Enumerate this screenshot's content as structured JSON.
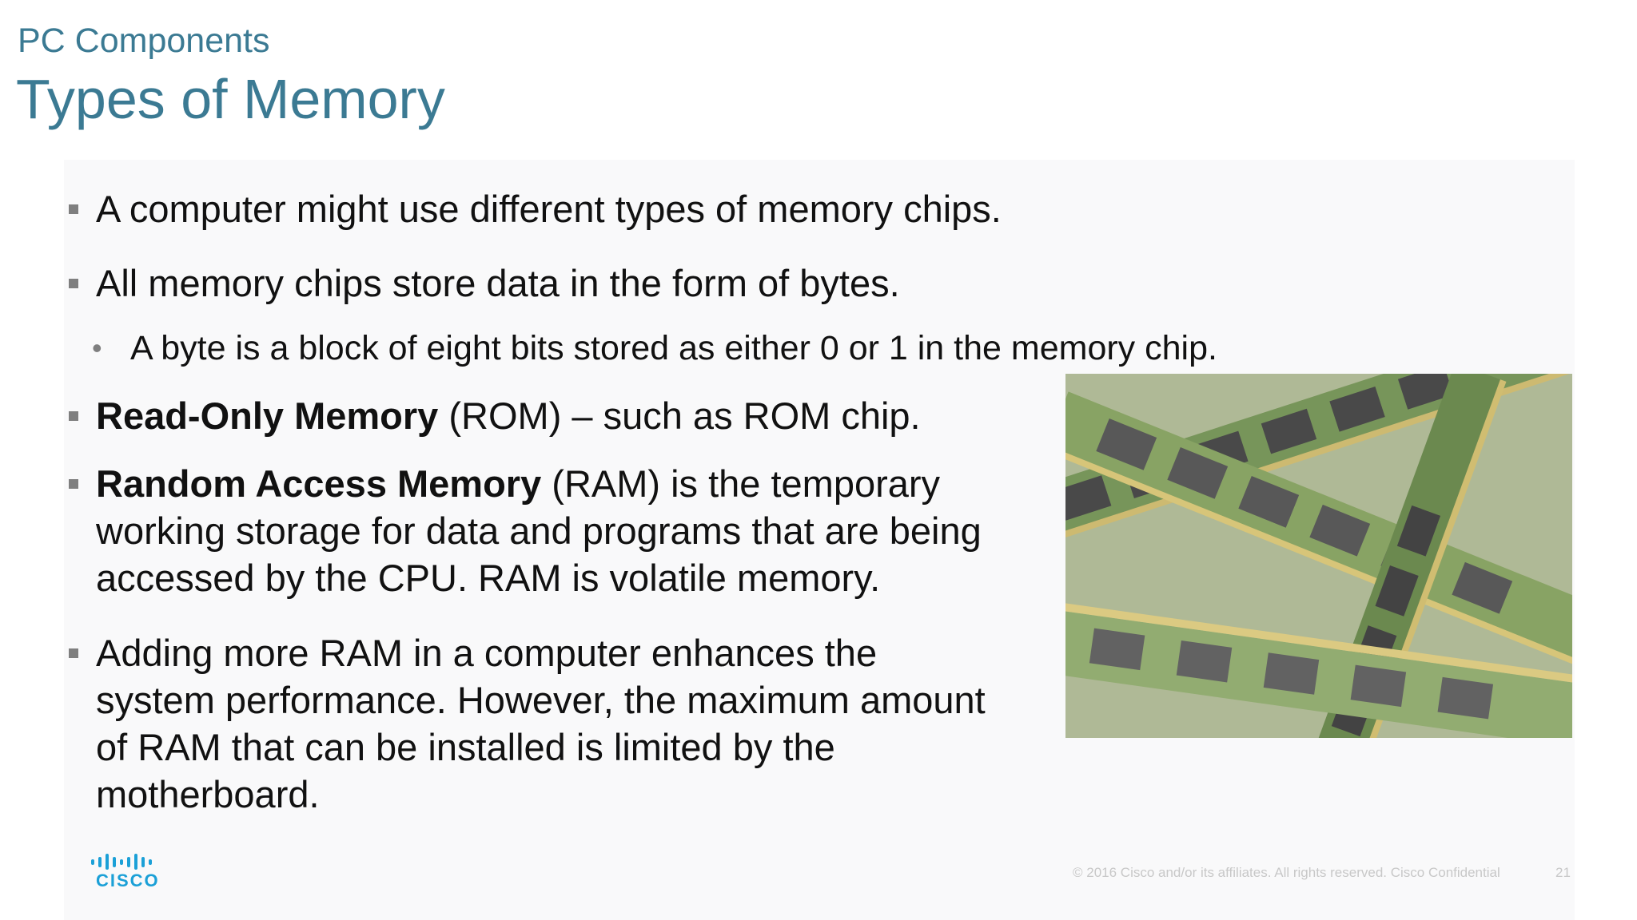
{
  "slide": {
    "subtitle": "PC Components",
    "title": "Types of Memory",
    "bullets": [
      {
        "text": "A computer might use different types of memory chips."
      },
      {
        "text": "All memory chips store data in the form of bytes."
      },
      {
        "bold": "Read-Only Memory",
        "text": " (ROM) – such as ROM chip."
      },
      {
        "bold": "Random Access Memory",
        "text_lines": [
          " (RAM) is the temporary",
          "working storage for data and programs that are being",
          "accessed by the CPU. RAM is volatile memory."
        ]
      },
      {
        "text_lines": [
          "Adding more RAM in a computer enhances the",
          "system performance. However, the maximum amount",
          "of RAM that can be installed is limited by the",
          "motherboard."
        ]
      }
    ],
    "sub_bullet": "A byte is a block of eight bits stored as either 0 or 1 in the memory chip.",
    "image_alt": "memory-modules-photo",
    "logo_text": "CISCO",
    "footer_text": "© 2016  Cisco and/or its affiliates. All rights reserved.   Cisco Confidential",
    "page_number": "21"
  },
  "colors": {
    "title": "#3b7a93",
    "body_text": "#111111",
    "bullet_marker": "#7f7f7f",
    "logo": "#1ba0d7",
    "footer": "#c8c8c8"
  }
}
